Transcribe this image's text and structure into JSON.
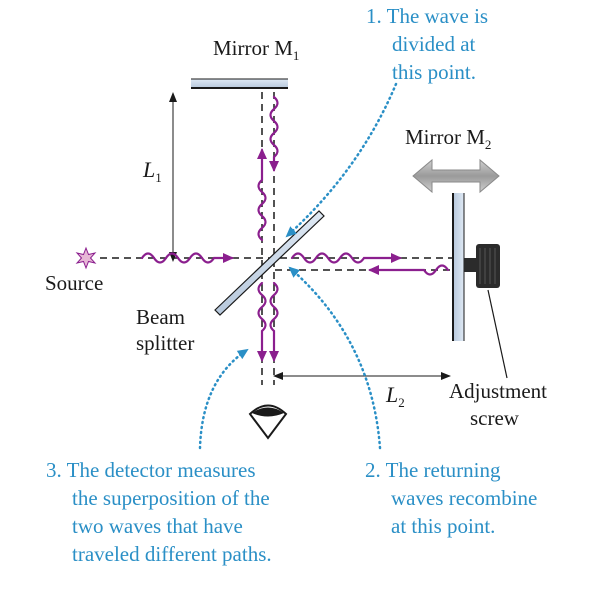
{
  "colors": {
    "wave": "#8b1f8e",
    "note": "#2a8fc6",
    "mirror_face": "#c9d8e8",
    "ink": "#1a1a1a",
    "screw": "#2b2b2b",
    "arrow_grey": "#888888"
  },
  "labels": {
    "mirror_m1": {
      "main": "Mirror M",
      "sub": "1"
    },
    "mirror_m2": {
      "main": "Mirror M",
      "sub": "2"
    },
    "l1": {
      "main": "L",
      "sub": "1"
    },
    "l2": {
      "main": "L",
      "sub": "2"
    },
    "source": "Source",
    "beam_splitter": [
      "Beam",
      "splitter"
    ],
    "adjustment_screw": [
      "Adjustment",
      "screw"
    ]
  },
  "notes": {
    "note1": [
      "1. The wave is",
      "divided at",
      "this point."
    ],
    "note2": [
      "2. The returning",
      "waves recombine",
      "at this point."
    ],
    "note3": [
      "3. The detector measures",
      "the superposition of the",
      "two waves that have",
      "traveled different paths."
    ]
  },
  "icons": {
    "source": "star-burst-icon",
    "detector": "eye-icon",
    "mirror_motion": "double-arrow-icon",
    "screw": "adjustment-screw-icon"
  }
}
